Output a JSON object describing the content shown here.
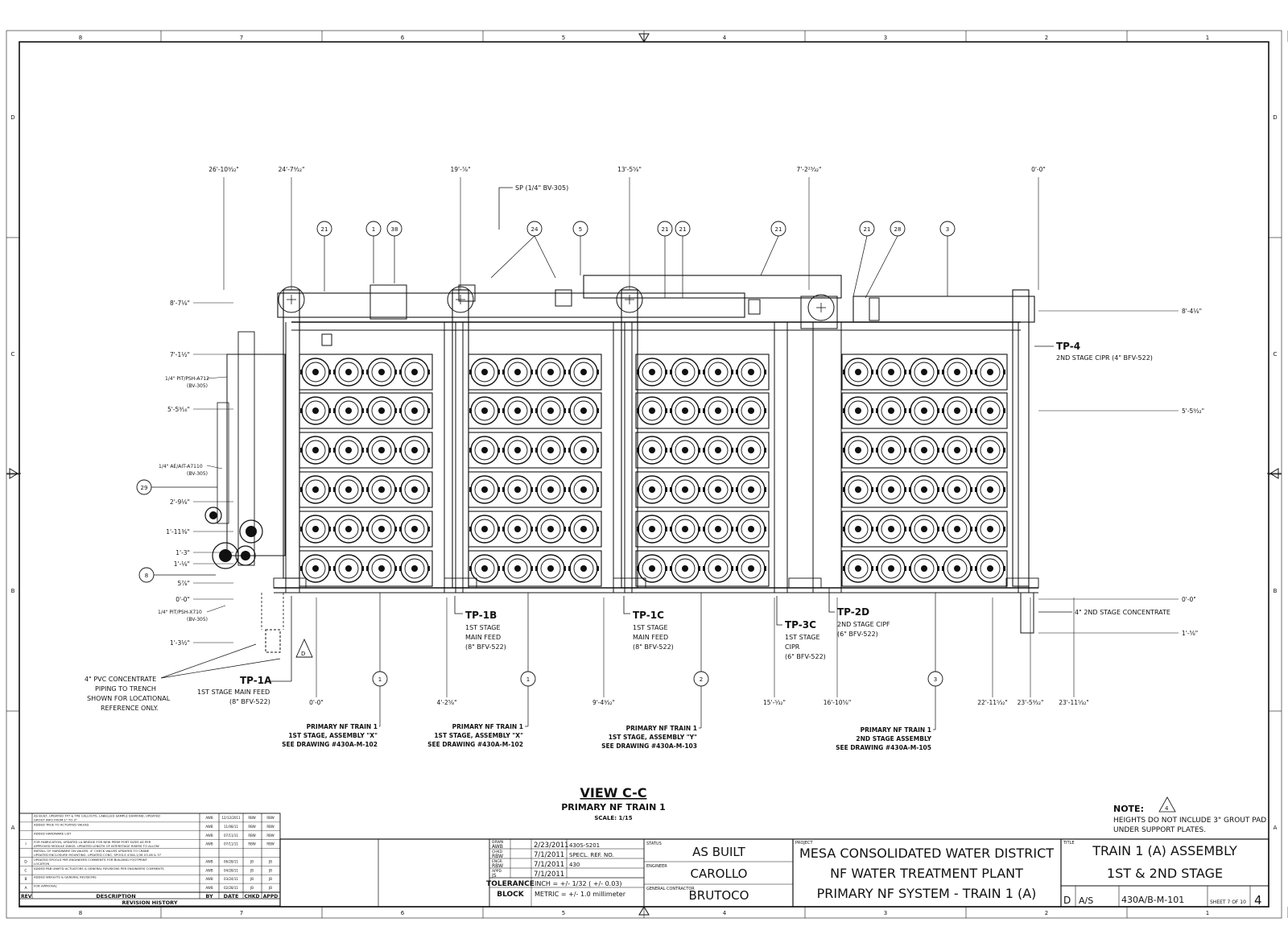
{
  "frame": {
    "zones_top": [
      "8",
      "7",
      "6",
      "5",
      "4",
      "3",
      "2",
      "1"
    ],
    "zones_side": [
      "D",
      "C",
      "B",
      "A"
    ]
  },
  "view": {
    "title": "VIEW C-C",
    "subtitle": "PRIMARY NF TRAIN 1",
    "scale": "SCALE: 1/15"
  },
  "top_dims": [
    "26'-10⁹⁄₃₂\"",
    "24'-7⁹⁄₃₂\"",
    "19'-⅞\"",
    "13'-5⅝\"",
    "7'-2²³⁄₃₂\"",
    "0'-0\""
  ],
  "left_dims": [
    "8'-7⅛\"",
    "7'-1½\"",
    "5'-5⁹⁄₁₆\"",
    "2'-9⅛\"",
    "1'-11⅜\"",
    "1'-3\"",
    "1'-⅛\"",
    "5⅞\"",
    "0'-0\"",
    "1'-3½\""
  ],
  "right_dims": [
    "8'-4⅛\"",
    "5'-5⁹⁄₃₂\"",
    "0'-0\"",
    "1'-⅝\""
  ],
  "bottom_dims": [
    "0'-0\"",
    "4'-2⅝\"",
    "9'-4⁹⁄₃₂\"",
    "15'-⁵⁄₃₂\"",
    "16'-10⅝\"",
    "22'-11⁵⁄₃₂\"",
    "23'-5⁹⁄₃₂\"",
    "23'-11⁵⁄₃₂\""
  ],
  "balloons_top": [
    "21",
    "1",
    "38",
    "24",
    "5",
    "21",
    "21",
    "21",
    "21",
    "28",
    "3"
  ],
  "balloons_side": [
    "29",
    "8"
  ],
  "balloons_bottom": [
    "1",
    "1",
    "2",
    "3"
  ],
  "delta_note": "D",
  "sp_label": "SP (1/4\" BV-305)",
  "instruments": [
    "1/4\" PIT/PSH-A712",
    "(BV-305)",
    "1/4\" AE/AIT-A7110",
    "(BV-305)",
    "1/4\" PIT/PSH-X710",
    "(BV-305)"
  ],
  "concentrate_note": [
    "4\" PVC CONCENTRATE",
    "PIPING TO TRENCH",
    "SHOWN FOR LOCATIONAL",
    "REFERENCE ONLY."
  ],
  "concentrate_2nd": "4\" 2ND STAGE CONCENTRATE",
  "tps": {
    "tp1a": {
      "id": "TP-1A",
      "l1": "1ST STAGE MAIN FEED",
      "l2": "(8\" BFV-522)"
    },
    "tp1b": {
      "id": "TP-1B",
      "l1": "1ST STAGE",
      "l2": "MAIN FEED",
      "l3": "(8\" BFV-522)"
    },
    "tp1c": {
      "id": "TP-1C",
      "l1": "1ST STAGE",
      "l2": "MAIN FEED",
      "l3": "(8\" BFV-522)"
    },
    "tp3c": {
      "id": "TP-3C",
      "l1": "1ST STAGE",
      "l2": "CIPR",
      "l3": "(6\" BFV-522)"
    },
    "tp2d": {
      "id": "TP-2D",
      "l1": "2ND STAGE CIPF",
      "l2": "(6\" BFV-522)"
    },
    "tp4": {
      "id": "TP-4",
      "l1": "2ND STAGE CIPR (4\" BFV-522)"
    }
  },
  "assemblies": [
    {
      "l1": "PRIMARY NF TRAIN 1",
      "l2": "1ST STAGE, ASSEMBLY \"X\"",
      "l3": "SEE DRAWING #430A-M-102"
    },
    {
      "l1": "PRIMARY NF TRAIN 1",
      "l2": "1ST STAGE, ASSEMBLY \"X\"",
      "l3": "SEE DRAWING #430A-M-102"
    },
    {
      "l1": "PRIMARY NF TRAIN 1",
      "l2": "1ST STAGE, ASSEMBLY \"Y\"",
      "l3": "SEE DRAWING #430A-M-103"
    },
    {
      "l1": "PRIMARY NF TRAIN 1",
      "l2": "2ND STAGE ASSEMBLY",
      "l3": "SEE DRAWING #430A-M-105"
    }
  ],
  "note": {
    "title": "NOTE:",
    "num": "4",
    "l1": "HEIGHTS DO NOT INCLUDE 3\" GROUT PAD",
    "l2": "UNDER SUPPORT PLATES."
  },
  "revisions": {
    "rows": [
      {
        "rev": "",
        "desc1": "AS BUILT, UPDATED TP7 & TP8 CALLOUTS, LABELLED SAMPLE DIAMOND, UPDATED",
        "desc2": "GROUT INFO FROM 1\" TO 3\"",
        "by": "AWB",
        "date": "12/12/2011",
        "chkd": "RBW",
        "appd": "RBW"
      },
      {
        "rev": "",
        "desc1": "ADDED TRUE TO ACTUATED VALVES",
        "desc2": "",
        "by": "AWB",
        "date": "11/08/11",
        "chkd": "RBW",
        "appd": "RBW"
      },
      {
        "rev": "",
        "desc1": "ADDED HARDWARE LIST",
        "desc2": "",
        "by": "AWB",
        "date": "07/11/11",
        "chkd": "RBW",
        "appd": "RBW"
      },
      {
        "rev": "I",
        "desc1": "FOR FABRICATION, UPDATED LA BRIDGE FOR NEW PERM PORT SIZES AS PER",
        "desc2": "APPROVED MODULE DWGS. UPDATED LENGTH OF INTERSTAGE RISERS TO ALLOW",
        "by": "AWB",
        "date": "07/11/11",
        "chkd": "RBW",
        "appd": "RBW"
      },
      {
        "rev": "",
        "desc1": "INSTALL OF HARDWARE ON VALVES. 4\" CHECK VALVES UPDATED TO CRANE",
        "desc2": "UPDATED ENCLOSURE MOUNTING. UPDATED CONC. SPOOLS 430A-1/36 03-08 & 37",
        "by": "",
        "date": "",
        "chkd": "",
        "appd": ""
      },
      {
        "rev": "D",
        "desc1": "UPDATED SPOOLS PER ENGINEERS COMMENTS FOR BUILDING FOOTPRINT",
        "desc2": "LOCATION",
        "by": "AWB",
        "date": "06/28/11",
        "chkd": "JB",
        "appd": "JB"
      },
      {
        "rev": "C",
        "desc1": "ADDED PAB UNMTD ACTUATORS & GENERAL REVISIONS PER ENGINEERS COMMENTS",
        "desc2": "",
        "by": "AWB",
        "date": "04/28/11",
        "chkd": "JB",
        "appd": "JB"
      },
      {
        "rev": "B",
        "desc1": "ADDED WEIGHTS & GENERAL REVISIONS",
        "desc2": "",
        "by": "AWB",
        "date": "03/24/11",
        "chkd": "JB",
        "appd": "JB"
      },
      {
        "rev": "A",
        "desc1": "FOR APPROVAL",
        "desc2": "",
        "by": "AWB",
        "date": "02/28/11",
        "chkd": "JB",
        "appd": "JB"
      }
    ],
    "hdr_rev": "REV",
    "hdr_desc": "DESCRIPTION",
    "hdr_by": "BY",
    "hdr_date": "DATE",
    "hdr_chkd": "CHKD",
    "hdr_appd": "APPD",
    "footer": "REVISION HISTORY"
  },
  "title_block": {
    "drawn": [
      {
        "tag": "DRWN",
        "who": "AWB",
        "date": "2/23/2011",
        "ref": "430S-S201"
      },
      {
        "tag": "CHKD",
        "who": "RBW",
        "date": "7/1/2011",
        "ref": "SPECL. REF. NO."
      },
      {
        "tag": "ENGR",
        "who": "RBW",
        "date": "7/1/2011",
        "ref": "430"
      },
      {
        "tag": "APPD",
        "who": "JS",
        "date": "7/1/2011",
        "ref": ""
      }
    ],
    "tol_label1": "TOLERANCE",
    "tol_label2": "BLOCK",
    "tol_inch": "INCH = +/- 1/32 ( +/- 0.03)",
    "tol_metric": "METRIC = +/- 1.0 millimeter",
    "status_label": "STATUS",
    "status": "AS BUILT",
    "engineer_label": "ENGINEER",
    "engineer": "CAROLLO",
    "contractor_label": "GENERAL CONTRACTOR",
    "contractor": "BRUTOCO",
    "project_label": "PROJECT",
    "project1": "MESA CONSOLIDATED WATER DISTRICT",
    "project2": "NF WATER TREATMENT PLANT",
    "project3": "PRIMARY NF SYSTEM - TRAIN 1 (A)",
    "title_label": "TITLE",
    "title1": "TRAIN 1 (A) ASSEMBLY",
    "title2": "1ST & 2ND STAGE",
    "size": "D",
    "scale": "A/S",
    "dwg_no": "430A/B-M-101",
    "sheet": "SHEET 7 OF 10",
    "rev": "4"
  }
}
